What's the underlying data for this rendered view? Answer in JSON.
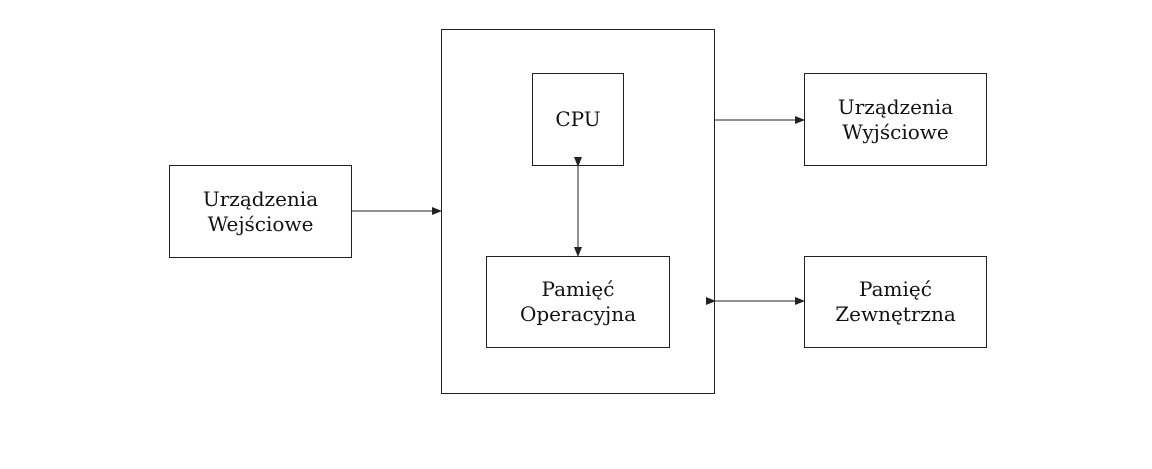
{
  "nodes": {
    "cpu": {
      "line1": "CPU"
    },
    "ram": {
      "line1": "Pamięć",
      "line2": "Operacyjna"
    },
    "input": {
      "line1": "Urządzenia",
      "line2": "Wejściowe"
    },
    "output": {
      "line1": "Urządzenia",
      "line2": "Wyjściowe"
    },
    "storage": {
      "line1": "Pamięć",
      "line2": "Zewnętrzna"
    }
  },
  "edges": [
    {
      "from": "input",
      "to": "computer",
      "direction": "forward"
    },
    {
      "from": "computer",
      "to": "output",
      "direction": "forward"
    },
    {
      "from": "cpu",
      "to": "ram",
      "direction": "bidirectional"
    },
    {
      "from": "computer",
      "to": "storage",
      "direction": "bidirectional"
    }
  ],
  "colors": {
    "line": "#222222",
    "background": "#ffffff"
  }
}
